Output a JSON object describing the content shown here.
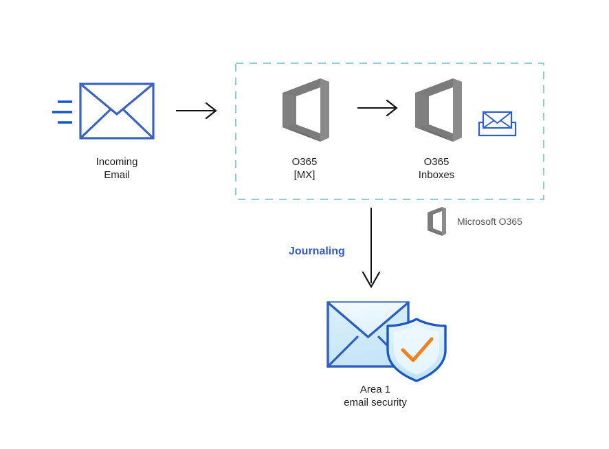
{
  "diagram": {
    "title": "Office 365 journaling to Area 1 email security flow",
    "background": "#ffffff",
    "colors": {
      "envelope_blue": "#3a63c0",
      "speedline_blue": "#1156c8",
      "dashed_border_teal": "#7ec8d8",
      "office_grey": "#7b7b7b",
      "office_grey_dark": "#6e6e6e",
      "arrow_black": "#111111",
      "label_text": "#222222",
      "legend_text": "#555555",
      "journaling_blue": "#2f5bc4",
      "shield_outline": "#1d57c4",
      "shield_fill": "#d9eefb",
      "check_orange": "#f0821e",
      "area1_envelope_outline": "#2b5fc4",
      "area1_envelope_fill": "#cfe8f7"
    },
    "nodes": [
      {
        "id": "incoming-email",
        "icon": "envelope-with-speed-lines-icon",
        "label": "Incoming\nEmail",
        "label_lines": [
          "Incoming",
          "Email"
        ]
      },
      {
        "id": "o365-mx",
        "icon": "office365-logo-icon",
        "label": "O365\n[MX]",
        "label_lines": [
          "O365",
          "[MX]"
        ]
      },
      {
        "id": "o365-inboxes",
        "icon": "office365-logo-icon",
        "label": "O365\nInboxes",
        "label_lines": [
          "O365",
          "Inboxes"
        ]
      },
      {
        "id": "area1-email-security",
        "icon": "envelope-shield-check-icon",
        "label": "Area 1\nemail security",
        "label_lines": [
          "Area 1",
          "email security"
        ]
      }
    ],
    "group_box": {
      "id": "microsoft-o365-boundary",
      "style": "dashed",
      "stroke": "#7ec8d8"
    },
    "legend": {
      "icon": "office365-logo-icon",
      "label": "Microsoft O365"
    },
    "edges": [
      {
        "id": "incoming-to-mx",
        "from": "incoming-email",
        "to": "o365-mx",
        "label": "",
        "direction": "right"
      },
      {
        "id": "mx-to-inboxes",
        "from": "o365-mx",
        "to": "o365-inboxes",
        "label": "",
        "direction": "right"
      },
      {
        "id": "inboxes-to-area1",
        "from": "o365-inboxes",
        "to": "area1-email-security",
        "label": "Journaling",
        "direction": "down"
      }
    ]
  }
}
